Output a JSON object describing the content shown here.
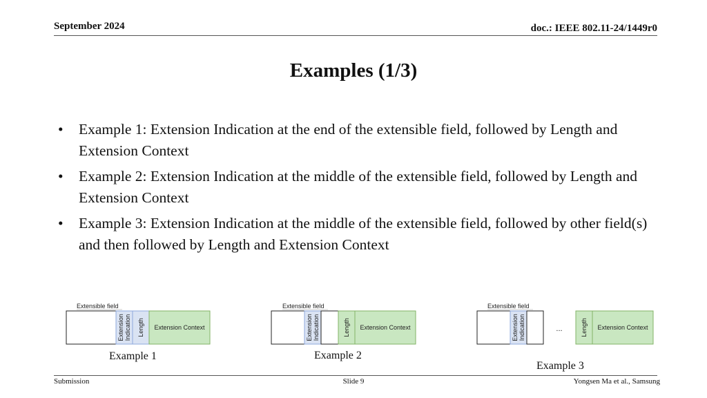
{
  "header": {
    "date": "September 2024",
    "doc": "doc.: IEEE 802.11-24/1449r0"
  },
  "title": "Examples (1/3)",
  "bullets": [
    "Example 1: Extension Indication at the end of the extensible field, followed by Length and Extension Context",
    "Example 2: Extension Indication at the middle of the extensible field, followed by Length and Extension Context",
    "Example 3: Extension Indication at the middle of the extensible field, followed by other field(s) and then followed by Length and Extension Context"
  ],
  "diagram": {
    "field_label": "Extensible field",
    "ext_ind_line1": "Extension",
    "ext_ind_line2": "Indication",
    "length": "Length",
    "ext_context": "Extension Context",
    "ellipsis": "...",
    "colors": {
      "blue": "#dae3f3",
      "blue_border": "#8faadc",
      "green": "#c9e7c1",
      "green_border": "#82b366"
    }
  },
  "captions": [
    "Example 1",
    "Example 2",
    "Example 3"
  ],
  "footer": {
    "left": "Submission",
    "center": "Slide 9",
    "right": "Yongsen Ma et al., Samsung"
  }
}
